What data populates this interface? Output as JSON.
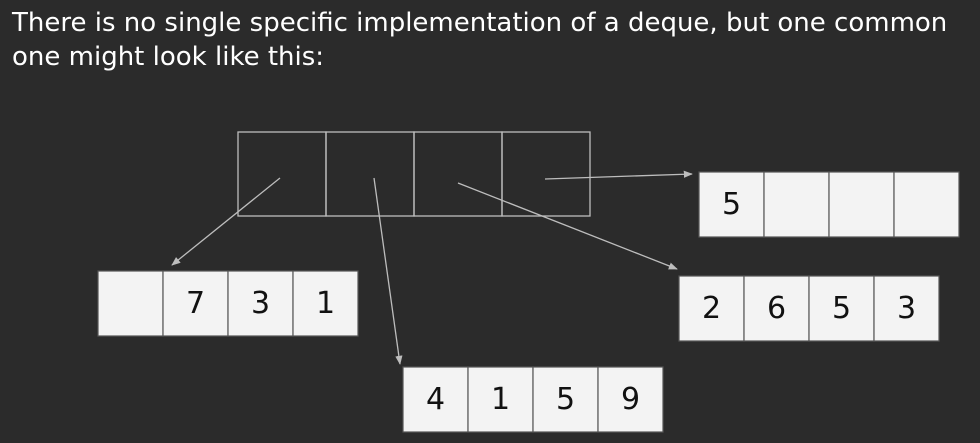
{
  "caption": "There is no single specific implementation of a deque, but one common one might look like this:",
  "blocks": {
    "left": [
      "",
      "7",
      "3",
      "1"
    ],
    "bottom": [
      "4",
      "1",
      "5",
      "9"
    ],
    "right": [
      "2",
      "6",
      "5",
      "3"
    ],
    "top": [
      "5",
      "",
      "",
      ""
    ]
  },
  "colors": {
    "background": "#2b2b2b",
    "caption_text": "#ffffff",
    "cell_fill": "#f3f3f3",
    "arrow": "#bdbdbd"
  }
}
